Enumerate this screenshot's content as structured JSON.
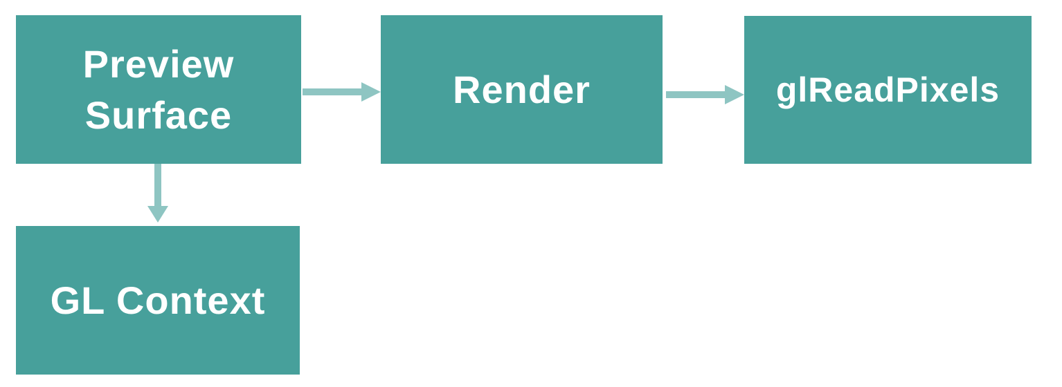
{
  "diagram": {
    "title": "render pipeline flow",
    "nodes": [
      {
        "id": "preview-surface",
        "label": "Preview\nSurface"
      },
      {
        "id": "render",
        "label": "Render"
      },
      {
        "id": "glreadpixels",
        "label": "glReadPixels"
      },
      {
        "id": "gl-context",
        "label": "GL Context"
      }
    ],
    "edges": [
      {
        "from": "preview-surface",
        "to": "render",
        "direction": "right"
      },
      {
        "from": "render",
        "to": "glreadpixels",
        "direction": "right"
      },
      {
        "from": "preview-surface",
        "to": "gl-context",
        "direction": "down"
      }
    ],
    "colors": {
      "node_fill": "#47A09B",
      "node_text": "#FFFFFF",
      "arrow": "#8EC5C2",
      "background": "#FFFFFF"
    }
  }
}
